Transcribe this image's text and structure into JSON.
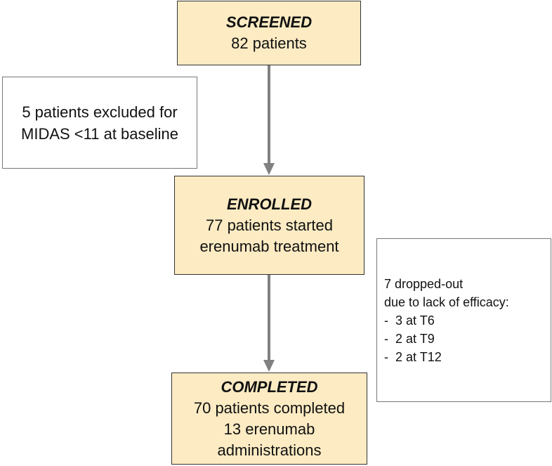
{
  "screened": {
    "heading": "SCREENED",
    "lines": [
      "82 patients"
    ]
  },
  "excluded": {
    "lines": [
      "5 patients excluded for",
      "MIDAS <11 at baseline"
    ]
  },
  "enrolled": {
    "heading": "ENROLLED",
    "lines": [
      "77 patients started",
      "erenumab treatment"
    ]
  },
  "dropout": {
    "lines": [
      "7 dropped-out",
      "due to lack of efficacy:"
    ],
    "bullets": [
      "3 at T6",
      "2 at T9",
      "2 at T12"
    ]
  },
  "completed": {
    "heading": "COMPLETED",
    "lines": [
      "70 patients completed",
      "13 erenumab",
      "administrations"
    ]
  },
  "colors": {
    "stage_fill": "#fcebc3",
    "arrow": "#808080"
  }
}
